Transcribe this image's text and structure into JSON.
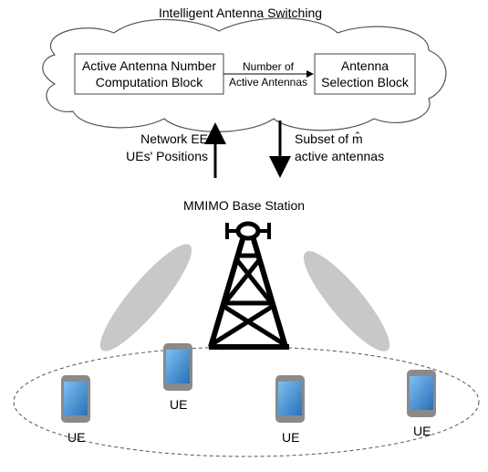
{
  "title": "Intelligent Antenna Switching",
  "blocks": {
    "left": {
      "line1": "Active Antenna Number",
      "line2": "Computation Block"
    },
    "right": {
      "line1": "Antenna",
      "line2": "Selection Block"
    }
  },
  "link_label": {
    "line1": "Number of",
    "line2": "Active Antennas"
  },
  "uplink_label": {
    "line1": "Network EE",
    "line2": "UEs' Positions"
  },
  "downlink_label": {
    "line1": "Subset of m̂",
    "line2": "active antennas"
  },
  "base_station_label": "MMIMO Base Station",
  "ue_label": "UE",
  "colors": {
    "beam": "#c8c8c8",
    "phone_body": "#8a8a8a",
    "phone_screen": "#3f8fd8"
  }
}
